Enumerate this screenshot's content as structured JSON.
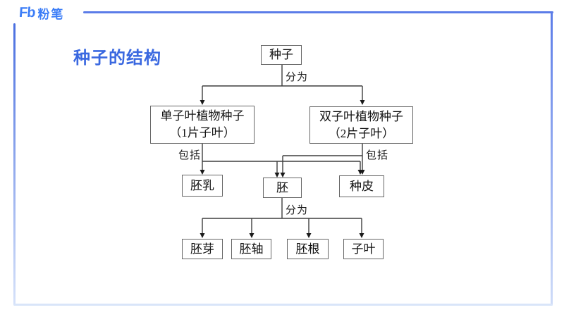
{
  "brand": {
    "mark": "Fb",
    "name": "粉笔"
  },
  "title": "种子的结构",
  "colors": {
    "brand_blue": "#3d7ef7",
    "title_blue": "#3a68e0",
    "frame_blue": "#5b7ce8",
    "diagram_line": "#3f3f3f",
    "box_border": "#666666"
  },
  "diagram": {
    "root": {
      "label": "种子"
    },
    "edges": {
      "divide_top": "分为",
      "include_left": "包括",
      "include_right": "包括",
      "divide_bottom": "分为"
    },
    "level2": [
      {
        "line1": "单子叶植物种子",
        "line2": "（1片子叶）"
      },
      {
        "line1": "双子叶植物种子",
        "line2": "（2片子叶）"
      }
    ],
    "level3": [
      {
        "label": "胚乳"
      },
      {
        "label": "胚"
      },
      {
        "label": "种皮"
      }
    ],
    "level4": [
      {
        "label": "胚芽"
      },
      {
        "label": "胚轴"
      },
      {
        "label": "胚根"
      },
      {
        "label": "子叶"
      }
    ]
  }
}
